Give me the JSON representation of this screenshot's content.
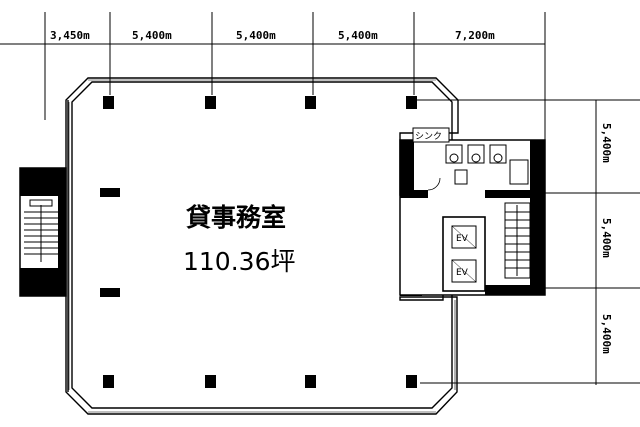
{
  "dimensions": {
    "top": [
      "3,450m",
      "5,400m",
      "5,400m",
      "5,400m",
      "7,200m"
    ],
    "right": [
      "5,400m",
      "5,400m",
      "5,400m"
    ]
  },
  "office": {
    "title": "貸事務室",
    "area": "110.36坪"
  },
  "core": {
    "sink_label": "シンク",
    "elevator_labels": [
      "EV",
      "EV"
    ]
  }
}
